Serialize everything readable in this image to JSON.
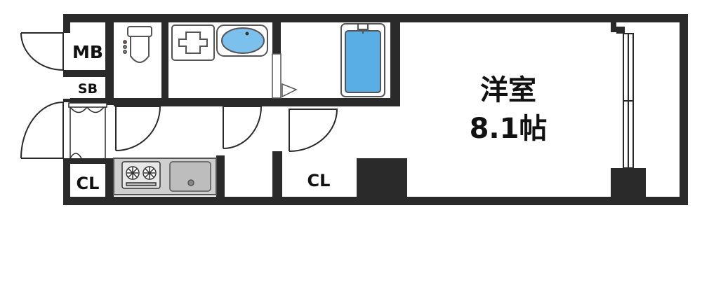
{
  "rooms": {
    "main_room": {
      "name": "洋室",
      "size": "8.1帖"
    },
    "meter_box": "MB",
    "shoe_box": "SB",
    "closet_entry": "CL",
    "closet_hall": "CL"
  },
  "colors": {
    "wall": "#2a2a2a",
    "floor": "#ffffff",
    "bath_water": "#5aaee6",
    "sink_basin": "#7cc0ee",
    "fixture_gray": "#cfcfcf",
    "fixture_stroke": "#555555"
  },
  "icons": [
    "toilet-icon",
    "washer-pan-icon",
    "wash-basin-icon",
    "bathtub-icon",
    "gas-stove-icon",
    "kitchen-sink-icon",
    "door-swing-icon",
    "sliding-window-icon"
  ]
}
